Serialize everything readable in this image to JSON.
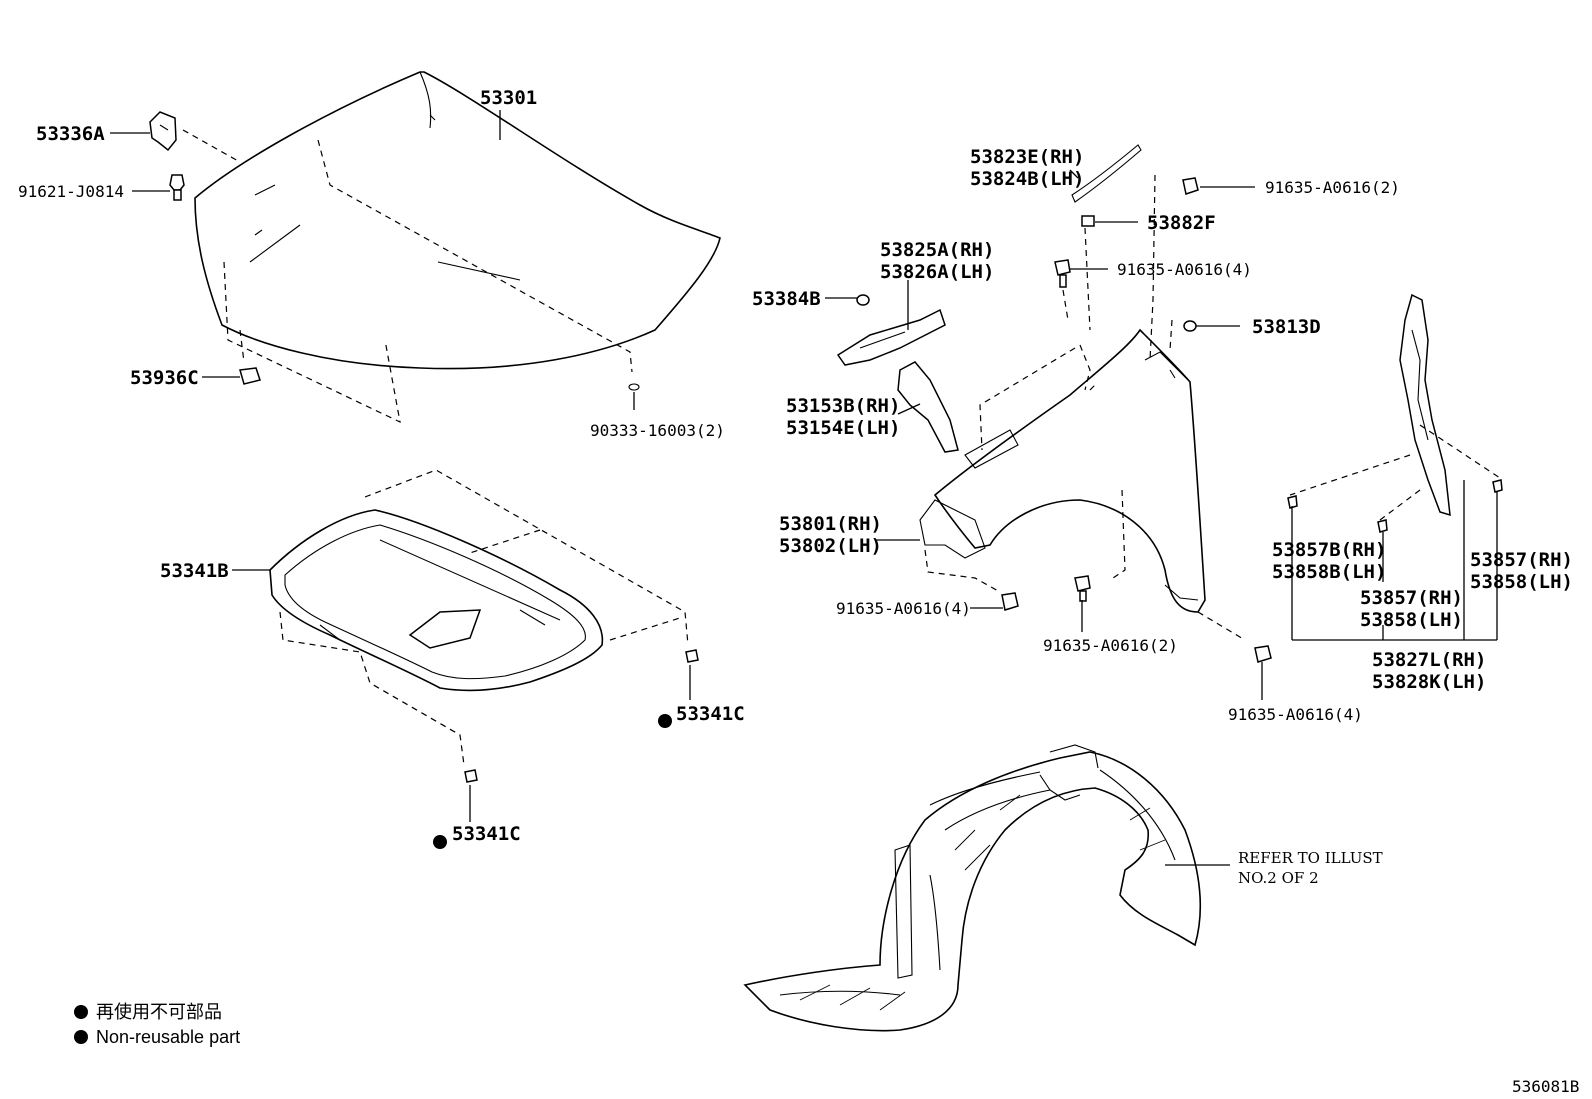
{
  "labels": {
    "l_53301": "53301",
    "l_53336A": "53336A",
    "l_91621": "91621-J0814",
    "l_53936C": "53936C",
    "l_90333": "90333-16003(2)",
    "l_53341B": "53341B",
    "l_53341C_a": "53341C",
    "l_53341C_b": "53341C",
    "l_53823E": "53823E(RH)",
    "l_53824B": "53824B(LH)",
    "l_91635_top": "91635-A0616(2)",
    "l_53882F": "53882F",
    "l_53825A": "53825A(RH)",
    "l_53826A": "53826A(LH)",
    "l_91635_mid": "91635-A0616(4)",
    "l_53384B": "53384B",
    "l_53813D": "53813D",
    "l_53153B": "53153B(RH)",
    "l_53154E": "53154E(LH)",
    "l_53801": "53801(RH)",
    "l_53802": "53802(LH)",
    "l_91635_left": "91635-A0616(4)",
    "l_91635_bottom": "91635-A0616(2)",
    "l_91635_right": "91635-A0616(4)",
    "l_53857B": "53857B(RH)",
    "l_53858B": "53858B(LH)",
    "l_53857_mid": "53857(RH)",
    "l_53858_mid": "53858(LH)",
    "l_53857_right": "53857(RH)",
    "l_53858_right": "53858(LH)",
    "l_53827L": "53827L(RH)",
    "l_53828K": "53828K(LH)",
    "refer_line1": "REFER TO ILLUST",
    "refer_line2": "NO.2 OF 2",
    "diagram_id": "536081B"
  },
  "legend": {
    "line1": "再使用不可部品",
    "line2": "Non-reusable part"
  }
}
